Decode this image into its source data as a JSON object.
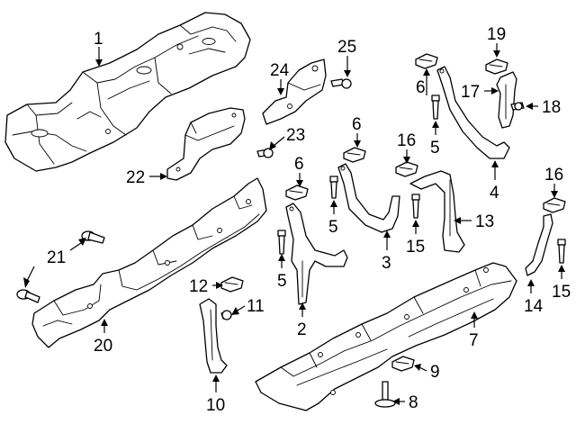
{
  "callouts": [
    {
      "id": "1",
      "label": "1"
    },
    {
      "id": "2",
      "label": "2"
    },
    {
      "id": "3",
      "label": "3"
    },
    {
      "id": "4",
      "label": "4"
    },
    {
      "id": "5a",
      "label": "5"
    },
    {
      "id": "5b",
      "label": "5"
    },
    {
      "id": "5c",
      "label": "5"
    },
    {
      "id": "5d",
      "label": "5"
    },
    {
      "id": "6a",
      "label": "6"
    },
    {
      "id": "6b",
      "label": "6"
    },
    {
      "id": "6c",
      "label": "6"
    },
    {
      "id": "7",
      "label": "7"
    },
    {
      "id": "8",
      "label": "8"
    },
    {
      "id": "9",
      "label": "9"
    },
    {
      "id": "10",
      "label": "10"
    },
    {
      "id": "11",
      "label": "11"
    },
    {
      "id": "12",
      "label": "12"
    },
    {
      "id": "13",
      "label": "13"
    },
    {
      "id": "14",
      "label": "14"
    },
    {
      "id": "15a",
      "label": "15"
    },
    {
      "id": "15b",
      "label": "15"
    },
    {
      "id": "16a",
      "label": "16"
    },
    {
      "id": "16b",
      "label": "16"
    },
    {
      "id": "17",
      "label": "17"
    },
    {
      "id": "18",
      "label": "18"
    },
    {
      "id": "19",
      "label": "19"
    },
    {
      "id": "20",
      "label": "20"
    },
    {
      "id": "21",
      "label": "21"
    },
    {
      "id": "22",
      "label": "22"
    },
    {
      "id": "23",
      "label": "23"
    },
    {
      "id": "24",
      "label": "24"
    },
    {
      "id": "25",
      "label": "25"
    }
  ]
}
